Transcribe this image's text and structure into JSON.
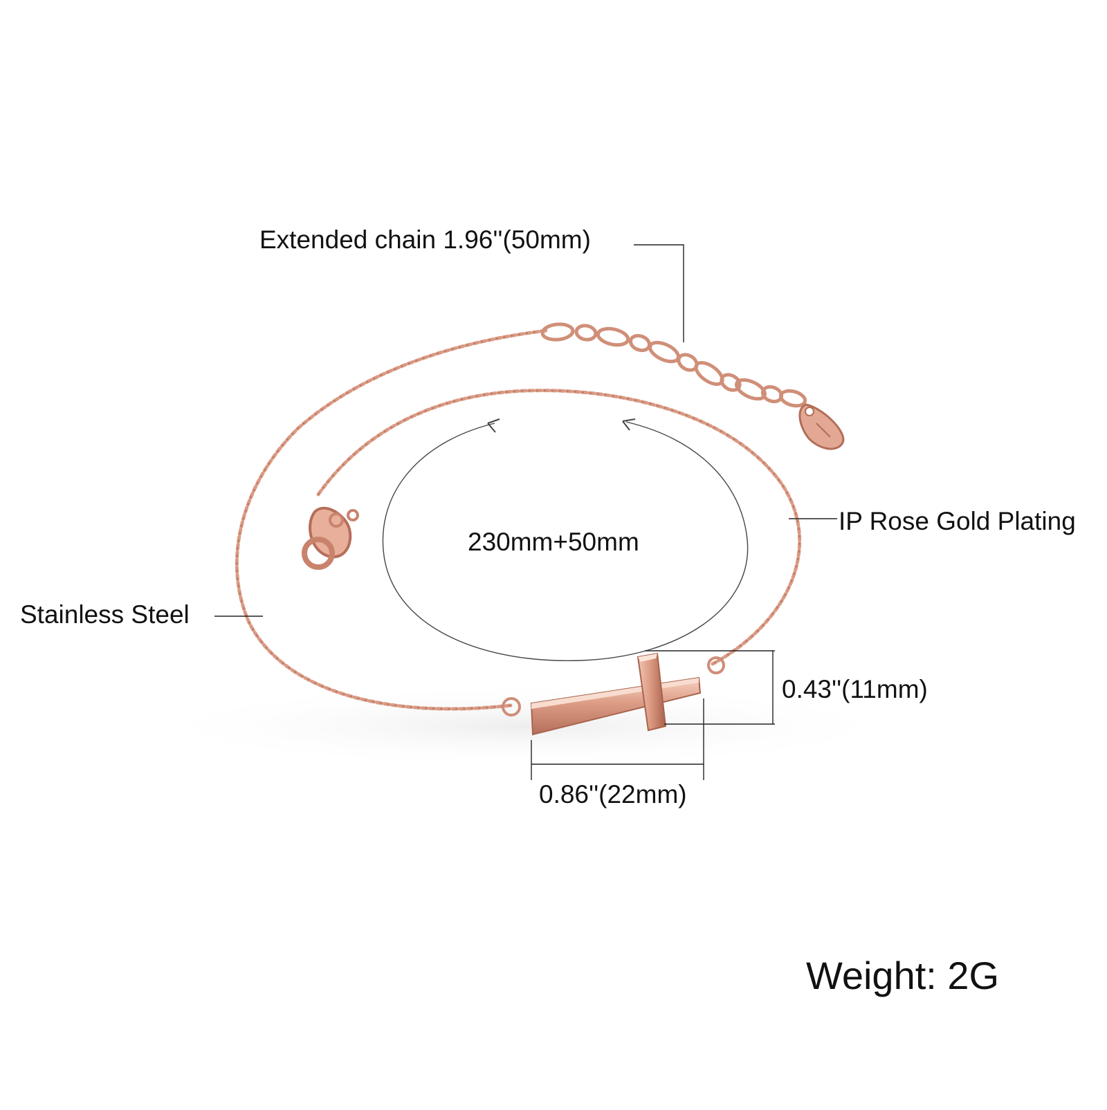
{
  "labels": {
    "extended_chain": "Extended chain 1.96''(50mm)",
    "plating": "IP Rose Gold Plating",
    "material": "Stainless Steel",
    "length": "230mm+50mm",
    "height": "0.43''(11mm)",
    "width": "0.86''(22mm)",
    "weight": "Weight: 2G"
  },
  "colors": {
    "background": "#ffffff",
    "rose_gold": "#d99a84",
    "rose_gold_dark": "#b56e59",
    "rose_gold_light": "#f3c9b8",
    "annotation_line": "#222222"
  }
}
